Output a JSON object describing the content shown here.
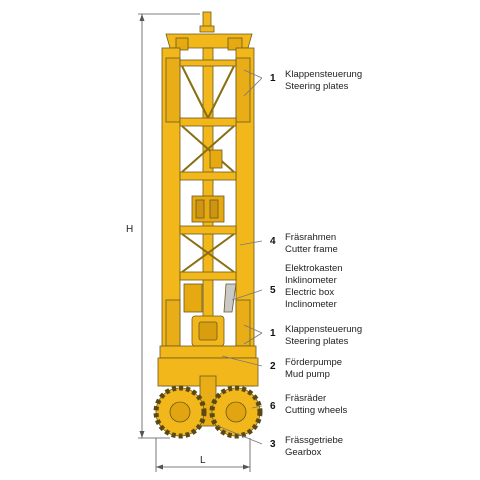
{
  "dimensions": {
    "height": "H",
    "width": "L"
  },
  "callouts": [
    {
      "number": "1",
      "lines": [
        "Klappensteuerung",
        "Steering plates"
      ]
    },
    {
      "number": "4",
      "lines": [
        "Fräsrahmen",
        "Cutter frame"
      ]
    },
    {
      "number": "5",
      "lines": [
        "Elektrokasten",
        "Inklinometer",
        "Electric box",
        "Inclinometer"
      ]
    },
    {
      "number": "1",
      "lines": [
        "Klappensteuerung",
        "Steering plates"
      ]
    },
    {
      "number": "2",
      "lines": [
        "Förderpumpe",
        "Mud pump"
      ]
    },
    {
      "number": "6",
      "lines": [
        "Fräsräder",
        "Cutting wheels"
      ]
    },
    {
      "number": "3",
      "lines": [
        "Frässgetriebe",
        "Gearbox"
      ]
    }
  ],
  "colors": {
    "machine": "#f2b71b",
    "outline": "#6b5a20",
    "leader": "#777777",
    "text": "#222222"
  }
}
